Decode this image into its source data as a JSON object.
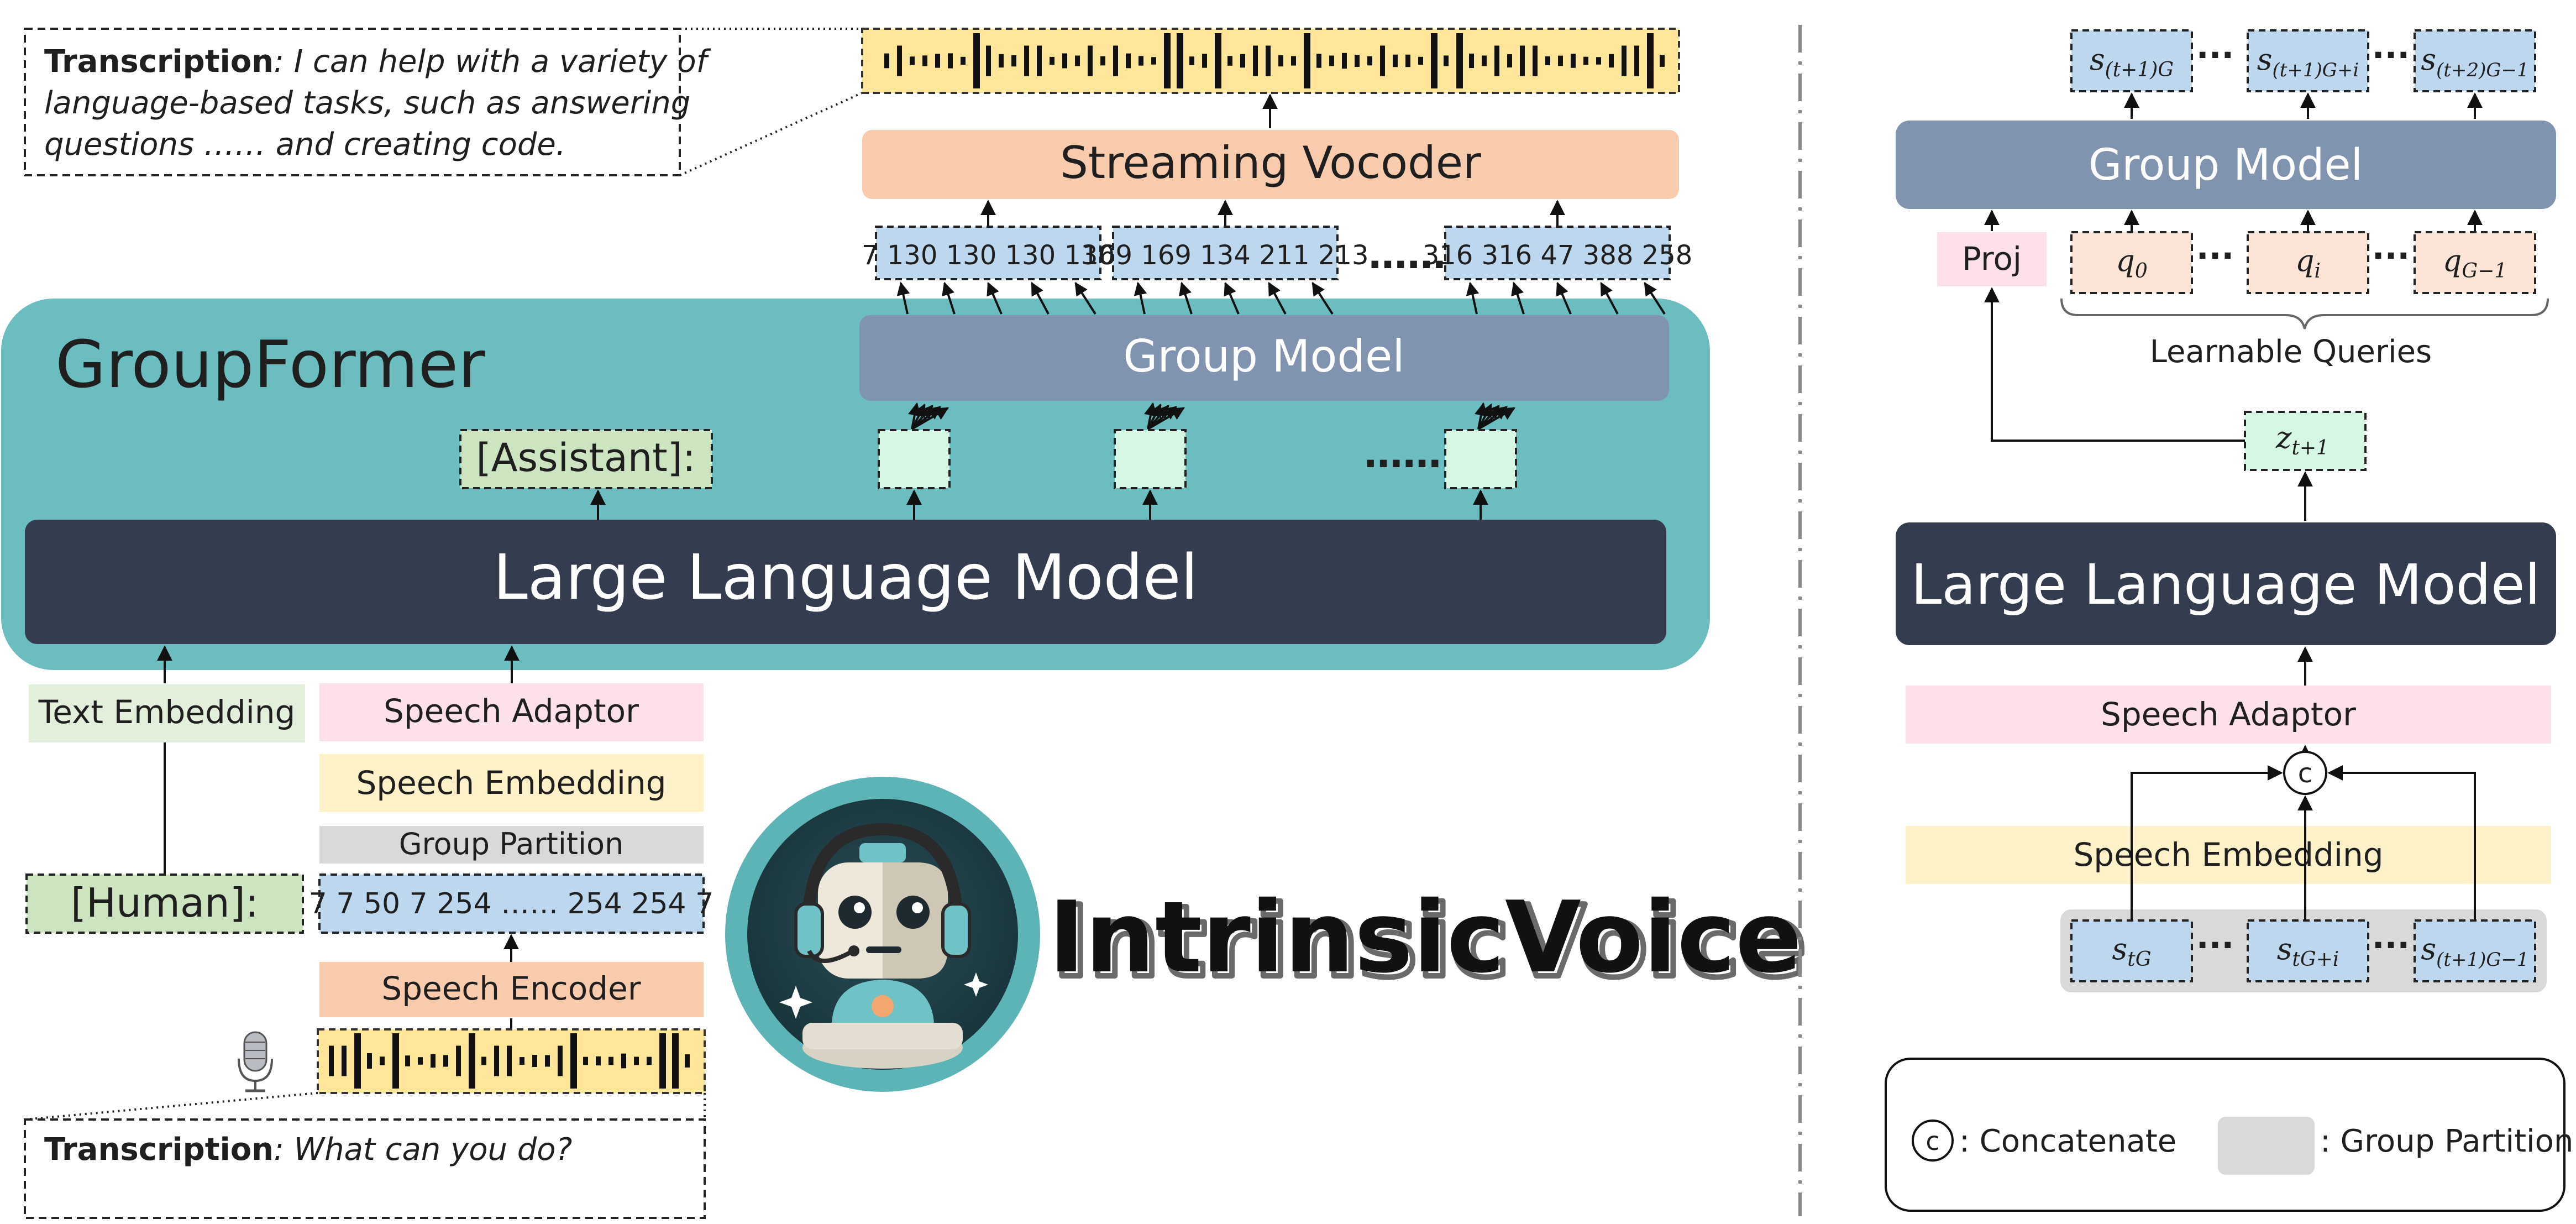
{
  "left": {
    "groupformer_title": "GroupFormer",
    "top_transcription": {
      "label": "Transcription",
      "line1": ": I can help  with a variety of",
      "line2": "language-based tasks, such as answering",
      "line3": "questions …… and creating code."
    },
    "streaming_vocoder": "Streaming Vocoder",
    "token_groups": [
      "7 130 130 130 130",
      "169 169 134 211 213",
      "316 316 47 388 258"
    ],
    "ellipsis": "……",
    "group_model": "Group Model",
    "assistant_tag": "[Assistant]:",
    "llm": "Large Language Model",
    "text_embedding": "Text Embedding",
    "speech_adaptor": "Speech Adaptor",
    "speech_embedding": "Speech Embedding",
    "group_partition": "Group Partition",
    "partition_tokens": "7 7 50 7 254 …… 254 254 7",
    "human_tag": "[Human]:",
    "speech_encoder": "Speech Encoder",
    "bottom_transcription": {
      "label": "Transcription",
      "text": ": What can you do?"
    },
    "logo_text": "IntrinsicVoice"
  },
  "right": {
    "outputs": [
      {
        "base": "s",
        "sub": "(t+1)G"
      },
      {
        "base": "s",
        "sub": "(t+1)G+i"
      },
      {
        "base": "s",
        "sub": "(t+2)G−1"
      }
    ],
    "dots": "···",
    "group_model": "Group Model",
    "proj": "Proj",
    "queries": [
      {
        "base": "q",
        "sub": "0"
      },
      {
        "base": "q",
        "sub": "i"
      },
      {
        "base": "q",
        "sub": "G−1"
      }
    ],
    "learnable_queries": "Learnable Queries",
    "z": {
      "base": "z",
      "sub": "t+1"
    },
    "llm": "Large Language Model",
    "speech_adaptor": "Speech Adaptor",
    "concat_symbol": "c",
    "speech_embedding": "Speech Embedding",
    "inputs": [
      {
        "base": "s",
        "sub": "tG"
      },
      {
        "base": "s",
        "sub": "tG+i"
      },
      {
        "base": "s",
        "sub": "(t+1)G−1"
      }
    ]
  },
  "legend": {
    "concat_symbol": "c",
    "concatenate": ": Concatenate",
    "group_partition": ": Group Partition"
  },
  "colors": {
    "groupformer_bg": "#6cbdc0",
    "llm": "#343d50",
    "group_model": "#8094b0",
    "vocoder": "#f8cbad",
    "token_blue": "#bdd7ee",
    "assistant_green": "#cde4c0",
    "latent_mint": "#d6f7e4",
    "text_embedding": "#e2efda",
    "speech_adaptor": "#fde0ea",
    "speech_embedding": "#fff1c8",
    "group_partition": "#d9d9d9",
    "query_peach": "#fce4d6",
    "waveform": "#ffe699"
  }
}
